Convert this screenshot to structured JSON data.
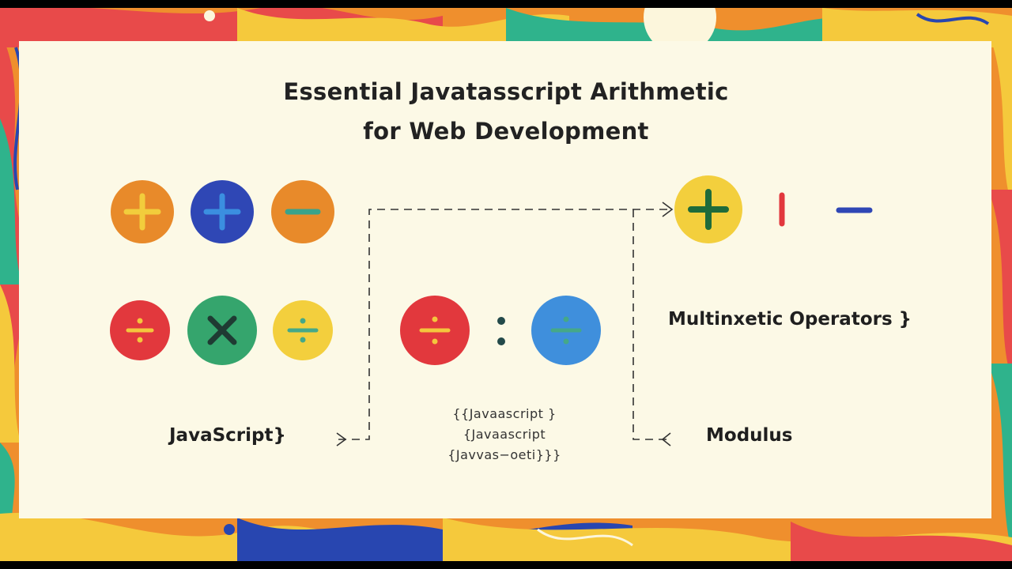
{
  "title": {
    "line1": "Essential Javatasscript Arithmetic",
    "line2": "for Web Development"
  },
  "labels": {
    "left": "JavaScript}",
    "right_top": "Multinxetic Operators }",
    "right_bottom": "Modulus"
  },
  "code_snippet": {
    "line1": "{{Javaascript }",
    "line2": "{Javaascript",
    "line3": "{Javvas−oeti}}}"
  },
  "operator_icons": {
    "row1": [
      {
        "icon": "plus-icon",
        "color": "#e88a2a",
        "symbol_color": "#f2cd3c"
      },
      {
        "icon": "plus-icon",
        "color": "#2f47b5",
        "symbol_color": "#3b8fe0"
      },
      {
        "icon": "minus-icon",
        "color": "#e88a2a",
        "symbol_color": "#3aa38a"
      }
    ],
    "row2": [
      {
        "icon": "divide-icon",
        "color": "#e2383d",
        "symbol_color": "#f4c63d"
      },
      {
        "icon": "times-icon",
        "color": "#35a56d",
        "symbol_color": "#1f3b33"
      },
      {
        "icon": "divide-icon",
        "color": "#f3cf3d",
        "symbol_color": "#45a888"
      }
    ],
    "middle": [
      {
        "icon": "divide-icon",
        "color": "#e2383d",
        "symbol_color": "#f4c63d"
      },
      {
        "icon": "colon-icon",
        "color": "#234a4a"
      },
      {
        "icon": "divide-icon",
        "color": "#3f8fdc",
        "symbol_color": "#45a888"
      }
    ],
    "right": [
      {
        "icon": "plus-icon",
        "color": "#f3cf3d",
        "symbol_color": "#1f6b3a"
      },
      {
        "icon": "bar-icon",
        "color": "#e2383d"
      },
      {
        "icon": "minus-icon",
        "color": "#2f47b5"
      }
    ]
  },
  "colors": {
    "card": "#fcf9e6",
    "connector": "#333333",
    "red": "#e84a4a",
    "yellow": "#f5c93c",
    "orange": "#ef8f2d",
    "teal": "#2fb38c",
    "blue": "#2846b0"
  }
}
